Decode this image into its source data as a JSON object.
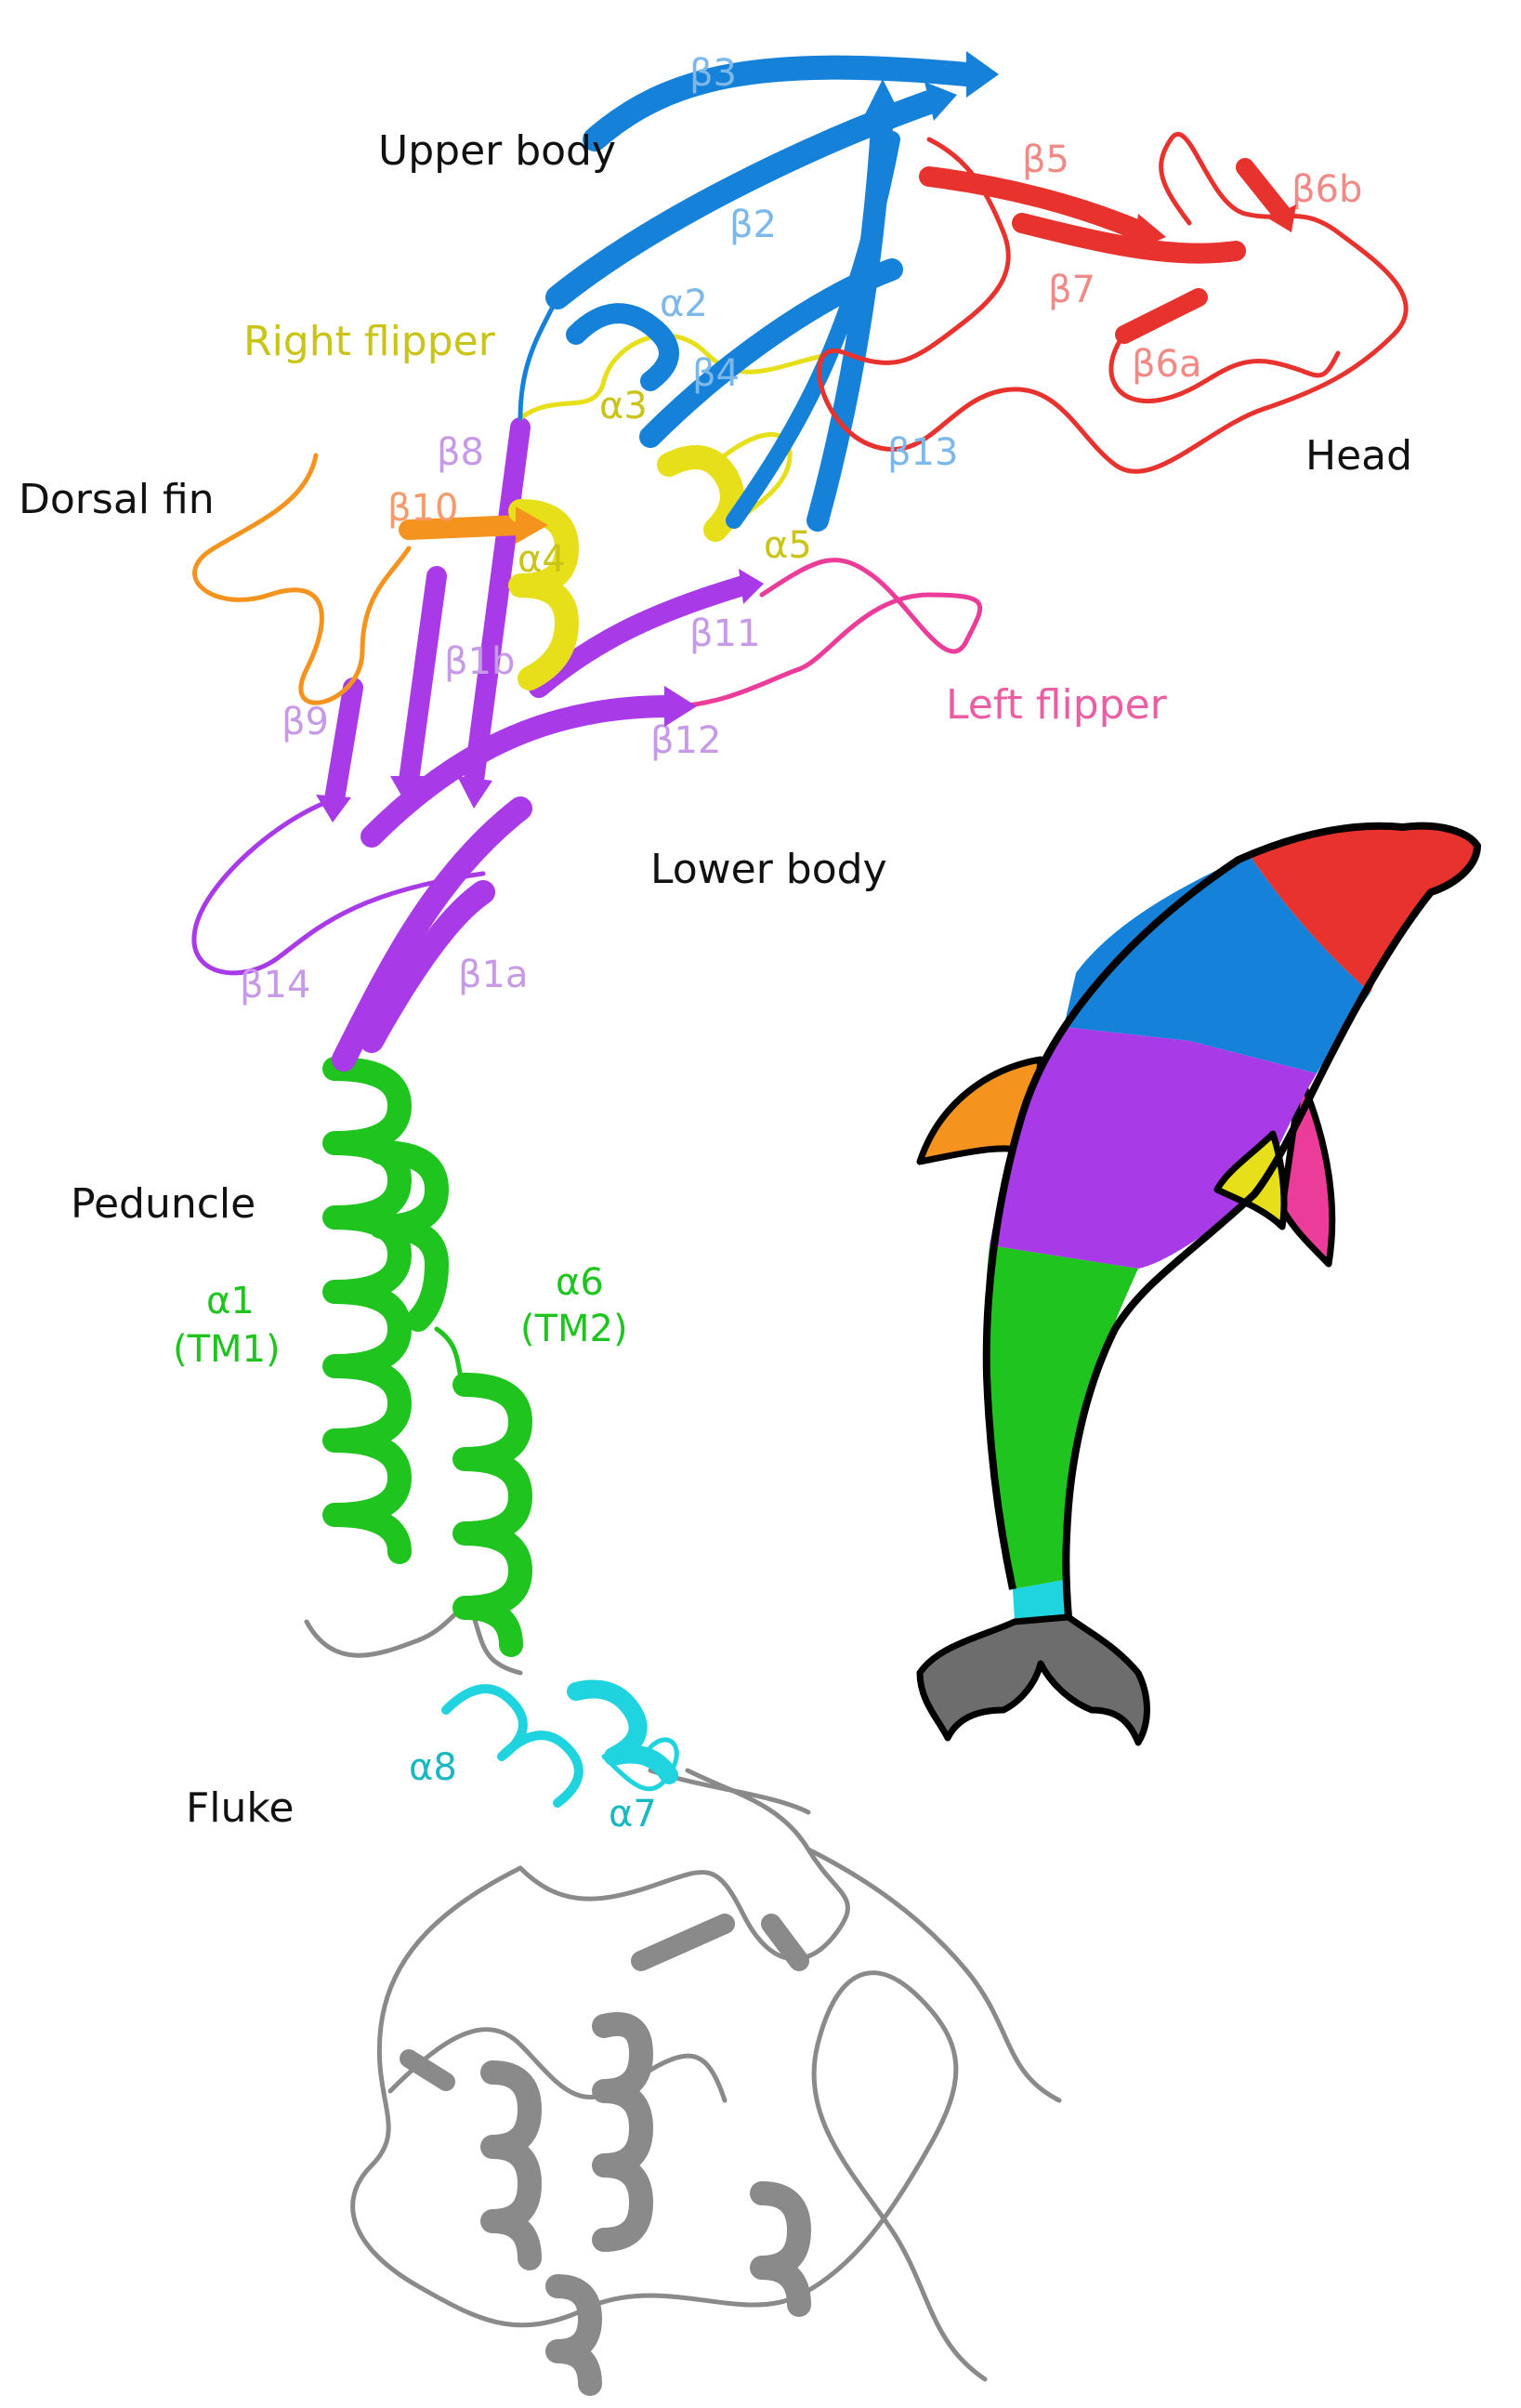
{
  "colors": {
    "head": "#e8322e",
    "upper_body": "#1681d8",
    "right_flipper": "#e6df1a",
    "dorsal_fin": "#f5931f",
    "left_flipper": "#ea3c98",
    "lower_body": "#a93ae8",
    "peduncle": "#1fc41f",
    "fluke": "#1fd4df",
    "cytoplasmic": "#8a8a8a",
    "outline": "#000000",
    "label_dark": "#111111"
  },
  "regions": {
    "upper_body": "Upper body",
    "right_flipper": "Right flipper",
    "dorsal_fin": "Dorsal fin",
    "head": "Head",
    "left_flipper": "Left flipper",
    "lower_body": "Lower body",
    "peduncle": "Peduncle",
    "fluke": "Fluke"
  },
  "sse": {
    "b3": "β3",
    "b2": "β2",
    "b5": "β5",
    "b6b": "β6b",
    "b7": "β7",
    "b6a": "β6a",
    "a2": "α2",
    "b4": "β4",
    "a3": "α3",
    "b13": "β13",
    "b8": "β8",
    "b10": "β10",
    "a4": "α4",
    "a5": "α5",
    "b11": "β11",
    "b1b": "β1b",
    "b9": "β9",
    "b12": "β12",
    "b14": "β14",
    "b1a": "β1a",
    "a1": "α1",
    "tm1": "(TM1)",
    "a6": "α6",
    "tm2": "(TM2)",
    "a8": "α8",
    "a7": "α7"
  }
}
